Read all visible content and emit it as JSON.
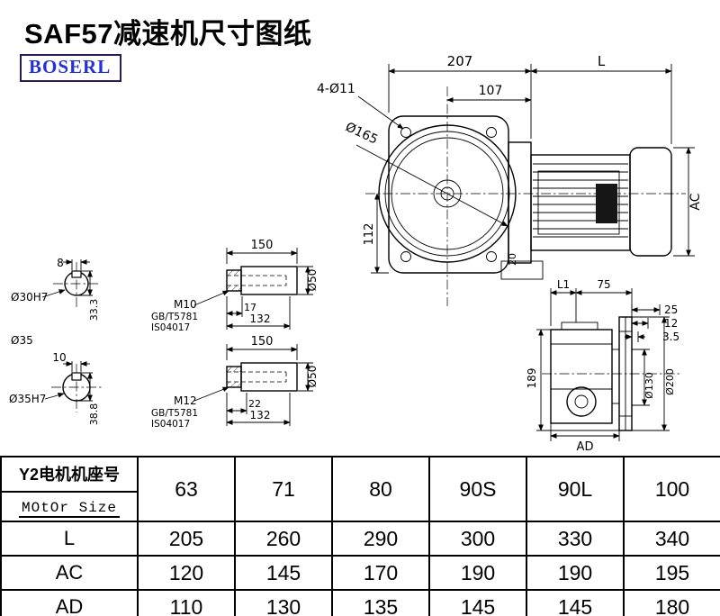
{
  "page": {
    "title": "SAF57减速机尺寸图纸",
    "brand": "BOSERL"
  },
  "drawing": {
    "main_view": {
      "dim_207": "207",
      "dim_l": "L",
      "dim_107": "107",
      "label_bolt_holes": "4-Ø11",
      "label_flange_dia": "Ø165",
      "dim_112": "112",
      "dim_ac": "AC",
      "dim_20": "20"
    },
    "shaft_end_1": {
      "dim_key_width": "8",
      "label_bore": "Ø30H7",
      "dim_key_depth": "33.3",
      "label_dia": "Ø35"
    },
    "shaft_end_2": {
      "dim_key_width": "10",
      "label_bore": "Ø35H7",
      "dim_key_depth": "38.8"
    },
    "shaft_a": {
      "dim_length": "150",
      "thread": "M10",
      "dim_thread_depth": "17",
      "dim_bore_depth": "132",
      "label_dia": "Ø50",
      "std_1": "GB/T5781",
      "std_2": "IS04017"
    },
    "shaft_b": {
      "dim_length": "150",
      "thread": "M12",
      "dim_thread_depth": "22",
      "dim_bore_depth": "132",
      "label_dia": "Ø50",
      "std_1": "GB/T5781",
      "std_2": "IS04017"
    },
    "side_view": {
      "dim_l1": "L1",
      "dim_75": "75",
      "dim_25": "25",
      "dim_12": "12",
      "dim_3_5": "3.5",
      "dim_189": "189",
      "label_dia_130": "Ø130",
      "label_dia_200": "Ø200",
      "dim_ad": "AD"
    }
  },
  "table": {
    "header_cn": "Y2电机机座号",
    "header_en": "MOtOr Size",
    "columns": [
      "63",
      "71",
      "80",
      "90S",
      "90L",
      "100"
    ],
    "rows": [
      {
        "label": "L",
        "values": [
          "205",
          "260",
          "290",
          "300",
          "330",
          "340"
        ]
      },
      {
        "label": "AC",
        "values": [
          "120",
          "145",
          "170",
          "190",
          "190",
          "195"
        ]
      },
      {
        "label": "AD",
        "values": [
          "110",
          "130",
          "135",
          "145",
          "145",
          "180"
        ]
      }
    ]
  }
}
